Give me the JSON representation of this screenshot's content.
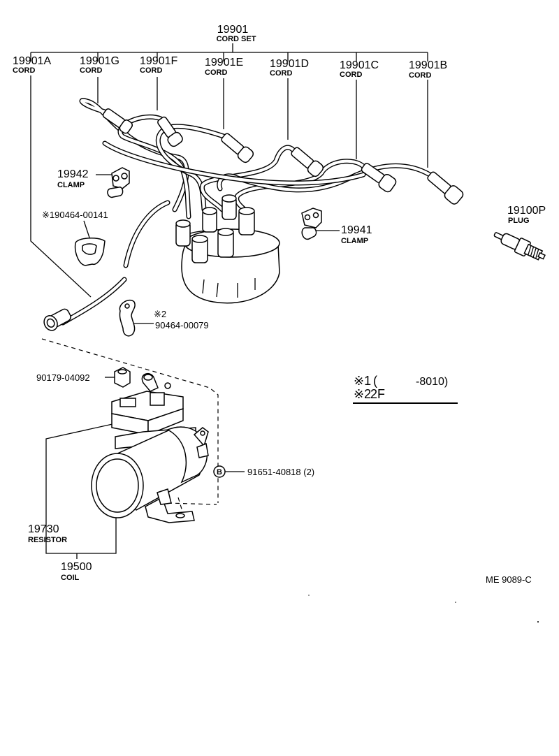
{
  "labels": {
    "cord_set": {
      "part": "19901",
      "name": "CORD SET"
    },
    "cord_a": {
      "part": "19901A",
      "name": "CORD"
    },
    "cord_g": {
      "part": "19901G",
      "name": "CORD"
    },
    "cord_f": {
      "part": "19901F",
      "name": "CORD"
    },
    "cord_e": {
      "part": "19901E",
      "name": "CORD"
    },
    "cord_d": {
      "part": "19901D",
      "name": "CORD"
    },
    "cord_c": {
      "part": "19901C",
      "name": "CORD"
    },
    "cord_b": {
      "part": "19901B",
      "name": "CORD"
    },
    "plug": {
      "part": "19100P",
      "name": "PLUG"
    },
    "clamp_19942": {
      "part": "19942",
      "name": "CLAMP"
    },
    "clamp_19941": {
      "part": "19941",
      "name": "CLAMP"
    },
    "clip_190464": {
      "part": "※190464-00141"
    },
    "clip_90464_mark": "※2",
    "clip_90464": {
      "part": "90464-00079"
    },
    "nut": {
      "part": "90179-04092"
    },
    "bolt": {
      "part": "91651-40818 (2)",
      "mark": "B"
    },
    "resistor": {
      "part": "19730",
      "name": "RESISTOR"
    },
    "coil": {
      "part": "19500",
      "name": "COIL"
    }
  },
  "notes": {
    "note1_mark": "※1",
    "note1_text": "(",
    "note1_range": "-8010)",
    "note2_mark": "※2",
    "note2_text": "2F"
  },
  "diagram_code": "ME  9089-C"
}
